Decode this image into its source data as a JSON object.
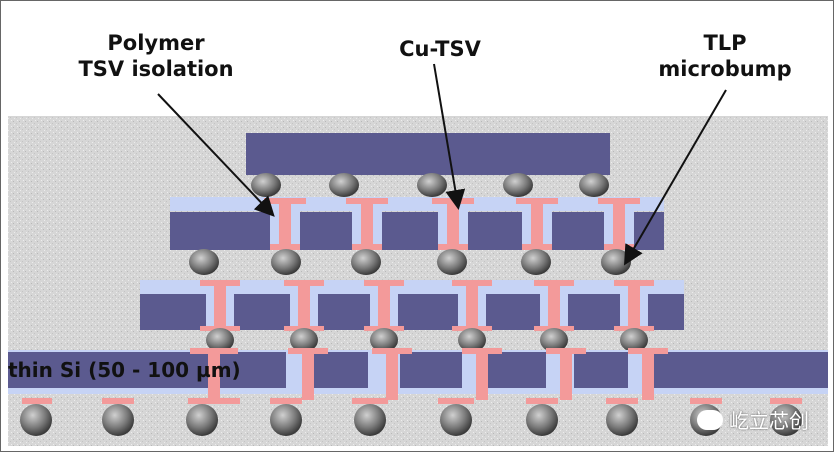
{
  "labels": {
    "polymer_line1": "Polymer",
    "polymer_line2": "TSV isolation",
    "cutsv": "Cu-TSV",
    "tlp_line1": "TLP",
    "tlp_line2": "microbump",
    "thin_si": "thin Si (50 - 100 µm)"
  },
  "watermark": {
    "text": "屹立芯创",
    "icon": "wechat-icon"
  },
  "colors": {
    "silicon": "#5b5a8f",
    "polymer": "#c6d3f5",
    "copper": "#f39a9a",
    "bump": "#8a8a8a",
    "substrate": "#d8d8d8"
  }
}
